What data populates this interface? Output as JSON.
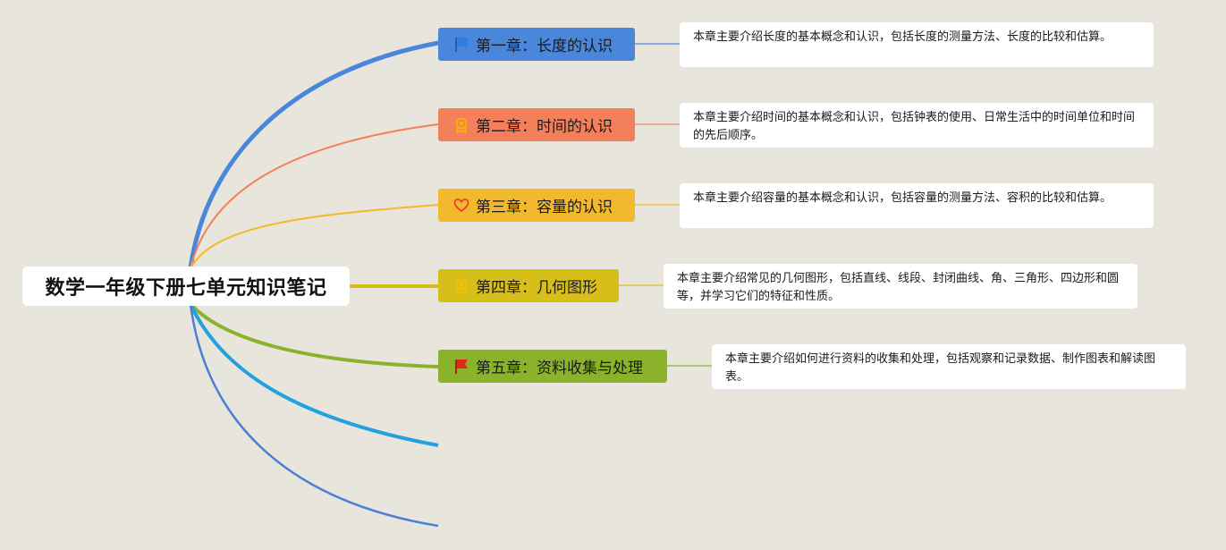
{
  "root": {
    "title": "数学一年级下册七单元知识笔记"
  },
  "branches": [
    {
      "label": "第一章：长度的认识",
      "color": "#4a87db",
      "icon": "blue-flag-icon",
      "note": "本章主要介绍长度的基本概念和认识，包括长度的测量方法、长度的比较和估算。"
    },
    {
      "label": "第二章：时间的认识",
      "color": "#f47f5b",
      "icon": "award-ribbon-icon",
      "note": "本章主要介绍时间的基本概念和认识，包括钟表的使用、日常生活中的时间单位和时间的先后顺序。"
    },
    {
      "label": "第三章：容量的认识",
      "color": "#f3b92c",
      "icon": "heart-icon",
      "note": "本章主要介绍容量的基本概念和认识，包括容量的测量方法、容积的比较和估算。"
    },
    {
      "label": "第四章：几何图形",
      "color": "#d8be19",
      "icon": "award-ribbon-icon",
      "note": "本章主要介绍常见的几何图形，包括直线、线段、封闭曲线、角、三角形、四边形和圆等，并学习它们的特征和性质。"
    },
    {
      "label": "第五章：资料收集与处理",
      "color": "#8ab32b",
      "icon": "red-flag-icon",
      "note": "本章主要介绍如何进行资料的收集和处理，包括观察和记录数据、制作图表和解读图表。"
    }
  ],
  "colors": {
    "background": "#e8e5dc",
    "empty_branch_1": "#22a0e0",
    "empty_branch_2": "#4a7fd6"
  }
}
